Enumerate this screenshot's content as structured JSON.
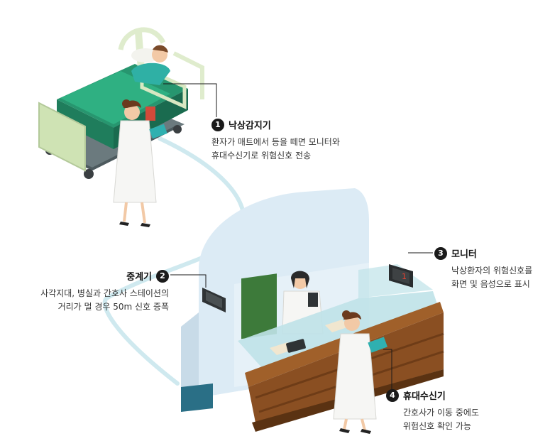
{
  "callouts": [
    {
      "num": "1",
      "title": "낙상감지기",
      "line1": "환자가 매트에서 등을 떼면 모니터와",
      "line2": "휴대수신기로 위험신호 전송"
    },
    {
      "num": "2",
      "title": "중계기",
      "line1": "사각지대, 병실과 간호사 스테이션의",
      "line2": "거리가 멀 경우 50m 신호 증폭"
    },
    {
      "num": "3",
      "title": "모니터",
      "line1": "낙상환자의 위험신호를",
      "line2": "화면 및 음성으로 표시"
    },
    {
      "num": "4",
      "title": "휴대수신기",
      "line1": "간호사가 이동 중에도",
      "line2": "위험신호 확인 가능"
    }
  ],
  "monitor_display": "1",
  "colors": {
    "bed_green": "#2aa57c",
    "bed_frame": "#cfe3b4",
    "counter_wood": "#8a4f22",
    "wall": "#dcebf5",
    "glass": "#bfe2e8",
    "cable": "#cfe9ef"
  }
}
